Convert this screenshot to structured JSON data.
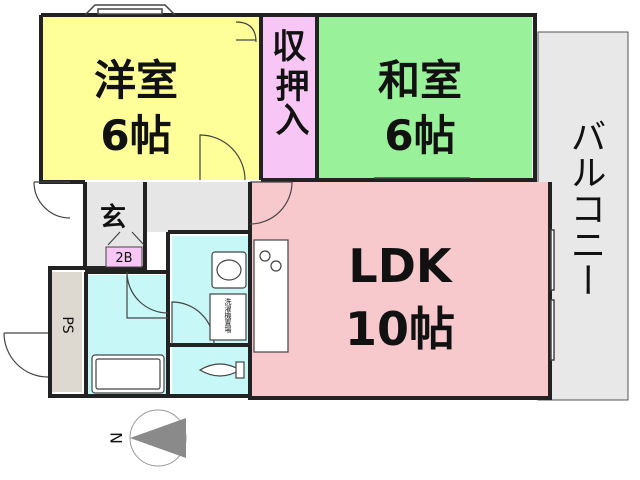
{
  "rooms": {
    "western": {
      "name": "洋室",
      "size": "6帖"
    },
    "closet": {
      "name_top": "収",
      "name_bottom": "押入"
    },
    "japanese": {
      "name": "和室",
      "size": "6帖"
    },
    "entrance": {
      "name": "玄"
    },
    "ldk": {
      "name": "LDK",
      "size": "10帖"
    },
    "balcony": {
      "name": "バルコニー"
    },
    "ps": {
      "name": "PS"
    }
  },
  "fixtures": {
    "shoe_box": "2B",
    "washer_area": "洗濯機置場"
  },
  "compass": {
    "label": "N"
  },
  "colors": {
    "western": "#ffff99",
    "closet": "#f7c6f4",
    "japanese": "#99f199",
    "ldk": "#f7c9cd",
    "balcony": "#e8e8e8",
    "wet": "#c7f7f7",
    "entrance": "#e6e6e6",
    "ps": "#ddd8d0",
    "wall": "#222222"
  }
}
